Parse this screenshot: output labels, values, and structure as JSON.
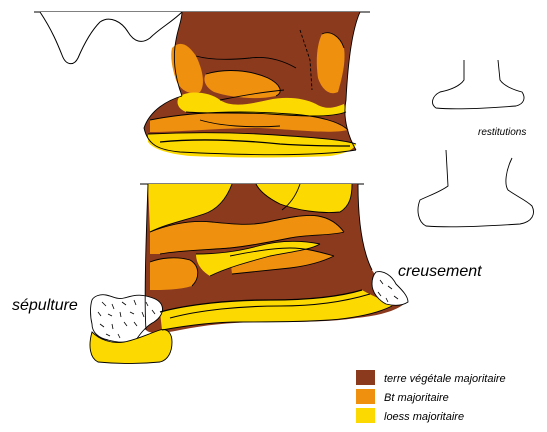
{
  "labels": {
    "restitutions": "restitutions",
    "creusement": "creusement",
    "sepulture": "sépulture"
  },
  "legend": [
    {
      "label": "terre végétale majoritaire",
      "color": "#8B3A1E"
    },
    {
      "label": "Bt majoritaire",
      "color": "#F0900F"
    },
    {
      "label": "loess majoritaire",
      "color": "#FCD900"
    }
  ],
  "colors": {
    "topsoil": "#8B3A1E",
    "bt": "#F0900F",
    "loess": "#FCD900",
    "outline": "#000000",
    "stone": "#ffffff"
  }
}
